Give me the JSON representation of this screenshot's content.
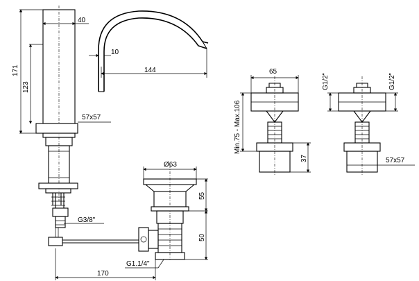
{
  "dimensions": {
    "faucet_width": "40",
    "faucet_total_height": "171",
    "faucet_body_height": "123",
    "spout_thickness": "10",
    "spout_reach": "144",
    "faucet_base": "57x57",
    "drain_diameter": "Ø63",
    "drain_upper": "55",
    "drain_lower": "50",
    "thread_inlet": "G3/8\"",
    "drain_thread": "G1.1/4\"",
    "drain_reach": "170",
    "valve_width": "65",
    "valve_range": "Min.75 - Max.106",
    "valve_height": "37",
    "connection_left": "G1/2\"",
    "connection_right": "G1/2\"",
    "valve_base": "57x57"
  }
}
